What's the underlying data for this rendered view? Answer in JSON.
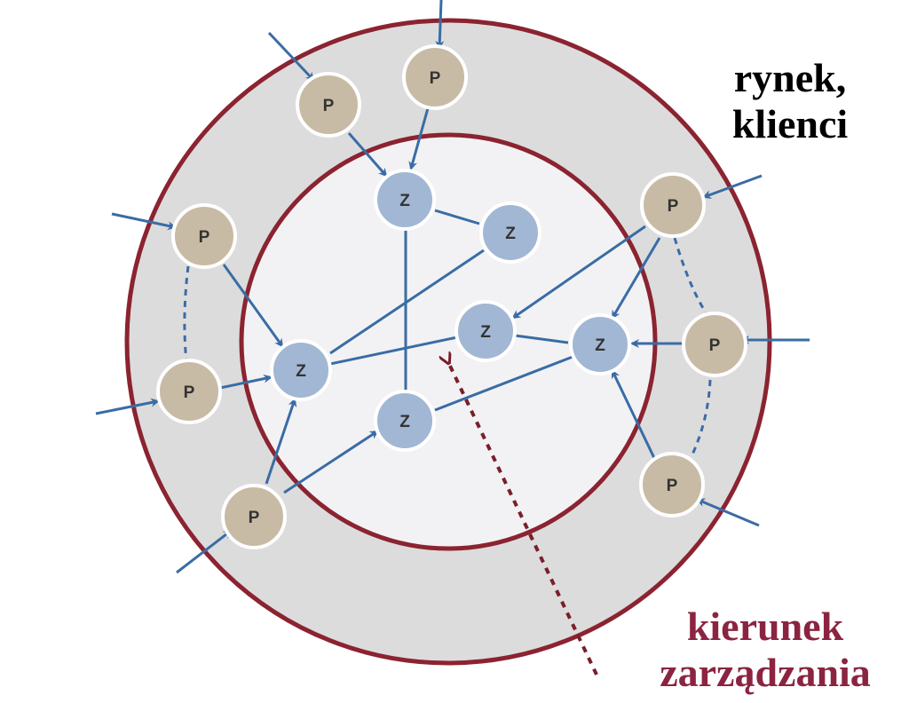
{
  "labels": {
    "market_line1": "rynek,",
    "market_line2": "klienci",
    "direction_line1": "kierunek",
    "direction_line2": "zarządzania"
  },
  "node_letters": {
    "outer": "P",
    "inner": "Z"
  },
  "colors": {
    "outer_ring_fill": "#dcdcdc",
    "inner_disc_fill": "#f2f2f4",
    "ring_stroke": "#8b2330",
    "p_node_fill": "#c8bba6",
    "z_node_fill": "#a2b7d4",
    "node_stroke": "#ffffff",
    "arrow_color": "#3a6ca5",
    "direction_arrow_color": "#7a1e2a",
    "direction_text_color": "#8b2440"
  }
}
